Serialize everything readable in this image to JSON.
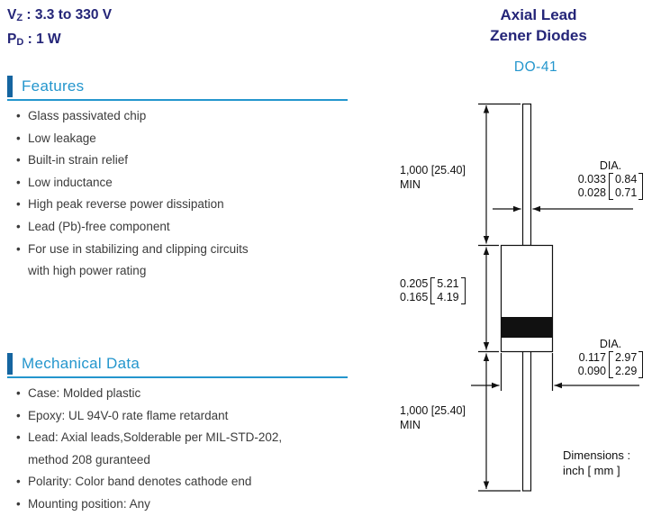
{
  "colors": {
    "navy": "#242578",
    "accent_blue": "#2496cd",
    "bar_blue": "#1565a0",
    "body_text": "#3b3b3b"
  },
  "specs": {
    "vz_symbol": "V",
    "vz_sub": "Z",
    "vz_value": " : 3.3 to 330 V",
    "pd_symbol": "P",
    "pd_sub": "D",
    "pd_value": " : 1 W"
  },
  "title": {
    "line1": "Axial Lead",
    "line2": "Zener Diodes"
  },
  "features": {
    "heading": "Features",
    "items": [
      "Glass passivated chip",
      "Low leakage",
      "Built-in strain relief",
      "Low inductance",
      "High peak reverse power dissipation",
      "Lead (Pb)-free component",
      "For use in stabilizing and clipping circuits",
      "with high power rating"
    ]
  },
  "mechanical": {
    "heading": "Mechanical Data",
    "items": [
      "Case: Molded plastic",
      "Epoxy: UL 94V-0 rate flame retardant",
      "Lead: Axial leads,Solderable per MIL-STD-202,",
      "method 208 guranteed",
      "Polarity: Color band denotes cathode end",
      "Mounting position: Any"
    ]
  },
  "diagram": {
    "package": "DO-41",
    "top_lead": {
      "text": "1,000 [25.40]",
      "min": "MIN"
    },
    "lead_dia": {
      "label": "DIA.",
      "inch_max": "0.033",
      "inch_min": "0.028",
      "mm_max": "0.84",
      "mm_min": "0.71"
    },
    "body_len": {
      "inch_max": "0.205",
      "inch_min": "0.165",
      "mm_max": "5.21",
      "mm_min": "4.19"
    },
    "body_dia": {
      "label": "DIA.",
      "inch_max": "0.117",
      "inch_min": "0.090",
      "mm_max": "2.97",
      "mm_min": "2.29"
    },
    "bottom_lead": {
      "text": "1,000 [25.40]",
      "min": "MIN"
    },
    "note_line1": "Dimensions :",
    "note_line2": "inch [ mm ]"
  }
}
